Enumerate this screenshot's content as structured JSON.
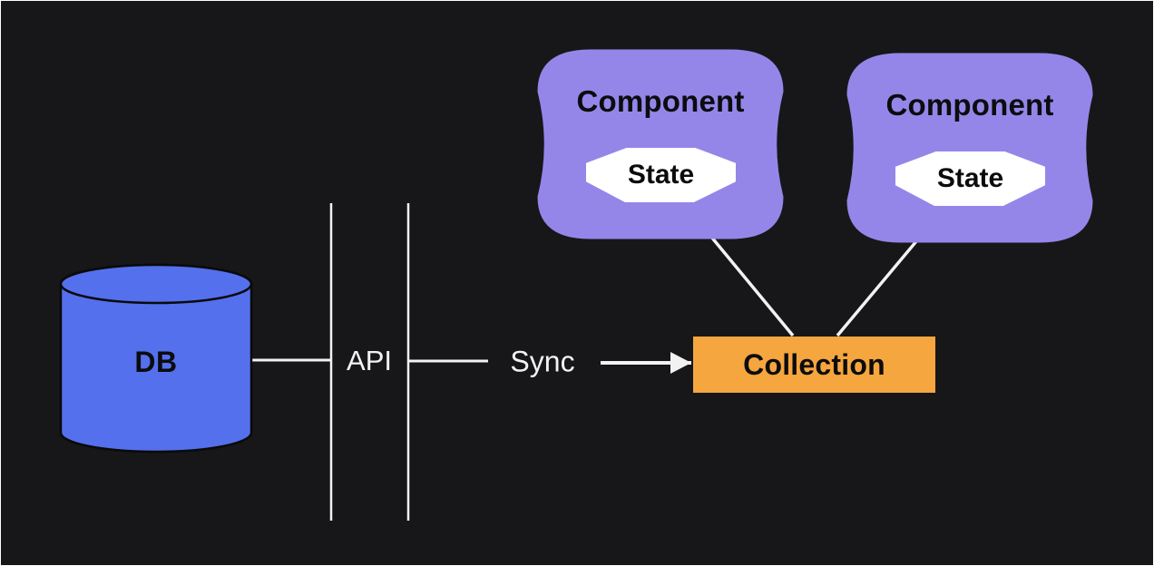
{
  "canvas": {
    "background": "#171719",
    "frame_border": "#ffffff",
    "line_color": "#f2f2f2"
  },
  "db": {
    "label": "DB",
    "fill": "#5470ed",
    "stroke": "#0a0a0a"
  },
  "api": {
    "label": "API"
  },
  "sync": {
    "label": "Sync"
  },
  "collection": {
    "label": "Collection",
    "fill": "#f5a63e"
  },
  "components": [
    {
      "label": "Component",
      "state": "State",
      "fill": "#9486e9"
    },
    {
      "label": "Component",
      "state": "State",
      "fill": "#9486e9"
    }
  ],
  "edges": [
    {
      "from": "db",
      "to": "api-boundary",
      "style": "plain-line"
    },
    {
      "from": "api-boundary",
      "to": "sync",
      "style": "plain-line"
    },
    {
      "from": "sync",
      "to": "collection",
      "style": "filled-arrow"
    },
    {
      "from": "collection",
      "to": "component-1-state",
      "style": "open-arrow"
    },
    {
      "from": "collection",
      "to": "component-2-state",
      "style": "open-arrow"
    }
  ]
}
